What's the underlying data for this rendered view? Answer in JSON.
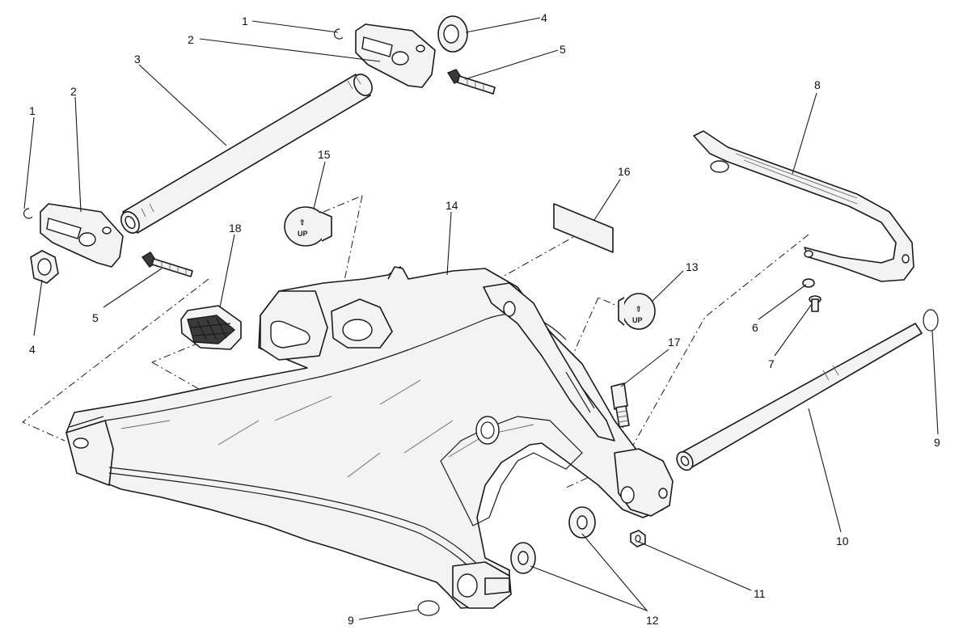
{
  "callouts": [
    {
      "id": "c1a",
      "label": "1"
    },
    {
      "id": "c2a",
      "label": "2"
    },
    {
      "id": "c4a",
      "label": "4"
    },
    {
      "id": "c5a",
      "label": "5"
    },
    {
      "id": "c3",
      "label": "3"
    },
    {
      "id": "c1b",
      "label": "1"
    },
    {
      "id": "c2b",
      "label": "2"
    },
    {
      "id": "c15",
      "label": "15"
    },
    {
      "id": "c18",
      "label": "18"
    },
    {
      "id": "c14",
      "label": "14"
    },
    {
      "id": "c16",
      "label": "16"
    },
    {
      "id": "c8",
      "label": "8"
    },
    {
      "id": "c13",
      "label": "13"
    },
    {
      "id": "c5b",
      "label": "5"
    },
    {
      "id": "c4b",
      "label": "4"
    },
    {
      "id": "c6",
      "label": "6"
    },
    {
      "id": "c7",
      "label": "7"
    },
    {
      "id": "c17",
      "label": "17"
    },
    {
      "id": "c9a",
      "label": "9"
    },
    {
      "id": "c10",
      "label": "10"
    },
    {
      "id": "c11",
      "label": "11"
    },
    {
      "id": "c12",
      "label": "12"
    },
    {
      "id": "c9b",
      "label": "9"
    }
  ],
  "plug_stamps": {
    "plug15": {
      "arrow": "⇧",
      "text": "UP"
    },
    "plug13": {
      "arrow": "⇧",
      "text": "UP"
    }
  }
}
